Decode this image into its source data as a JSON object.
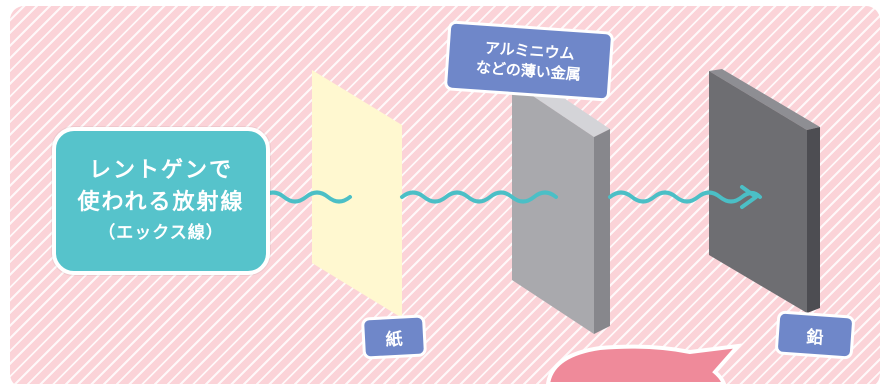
{
  "source_box": {
    "line1": "レントゲンで",
    "line2": "使われる放射線",
    "line3": "（エックス線）"
  },
  "materials": {
    "paper": "紙",
    "aluminum_line1": "アルミニウム",
    "aluminum_line2": "などの薄い金属",
    "lead": "鉛"
  },
  "colors": {
    "background": "#fbd3d8",
    "source_box": "#56c3cb",
    "wave": "#4bbfc6",
    "paper": "#fff8d0",
    "aluminum": "#a9a9ad",
    "lead": "#6e6e72",
    "label_tag": "#6f87c9",
    "speech_bubble": "#ef8a9a"
  }
}
